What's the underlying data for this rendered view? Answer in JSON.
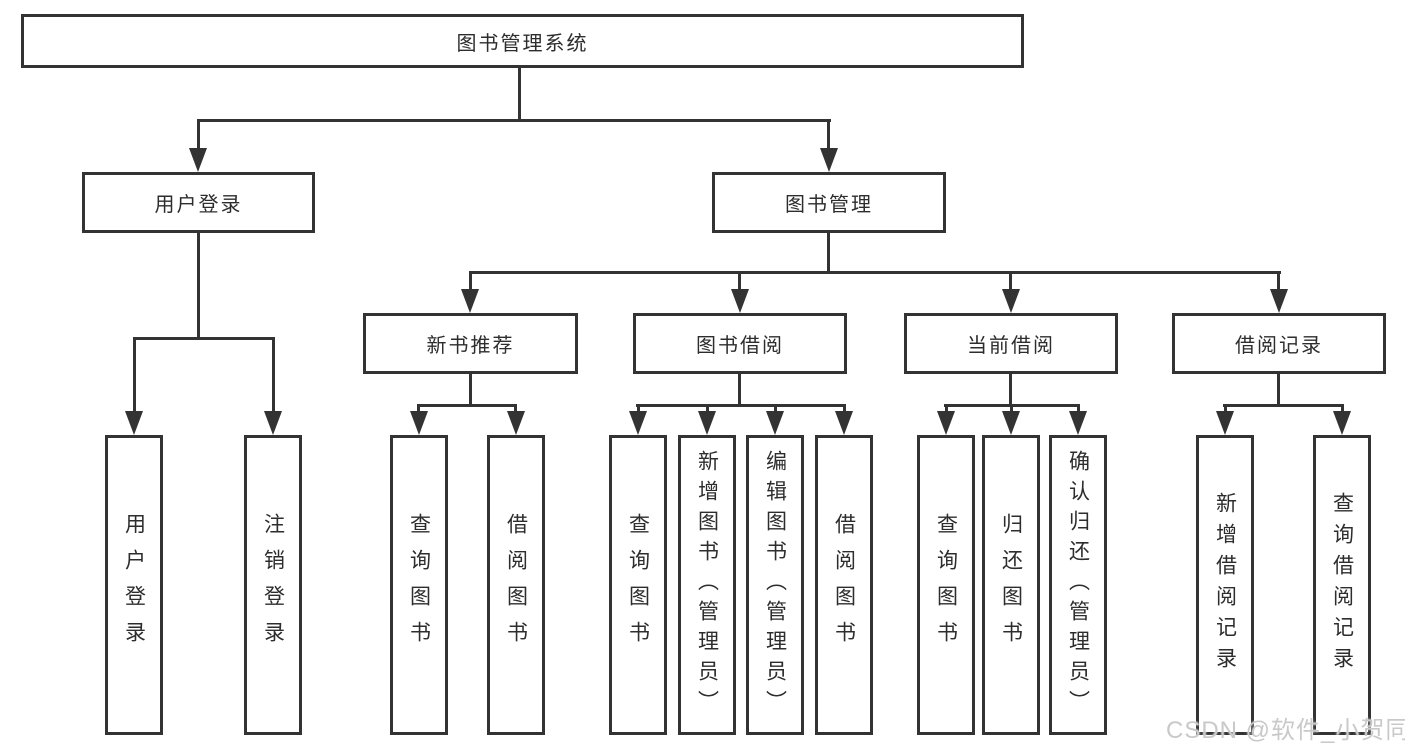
{
  "diagram": {
    "root": {
      "label": "图书管理系统"
    },
    "branches": [
      {
        "label": "用户登录",
        "children": [
          {
            "label": "用户登录"
          },
          {
            "label": "注销登录"
          }
        ]
      },
      {
        "label": "图书管理",
        "children": [
          {
            "label": "新书推荐",
            "children": [
              {
                "label": "查询图书"
              },
              {
                "label": "借阅图书"
              }
            ]
          },
          {
            "label": "图书借阅",
            "children": [
              {
                "label": "查询图书"
              },
              {
                "label": "新增图书（管理员）"
              },
              {
                "label": "编辑图书（管理员）"
              },
              {
                "label": "借阅图书"
              }
            ]
          },
          {
            "label": "当前借阅",
            "children": [
              {
                "label": "查询图书"
              },
              {
                "label": "归还图书"
              },
              {
                "label": "确认归还（管理员）"
              }
            ]
          },
          {
            "label": "借阅记录",
            "children": [
              {
                "label": "新增借阅记录"
              },
              {
                "label": "查询借阅记录"
              }
            ]
          }
        ]
      }
    ]
  },
  "watermark": {
    "text": "CSDN @软件_小贺同学"
  },
  "colors": {
    "line": "#333333",
    "text": "#2d2d2d",
    "watermark": "#c9c9c9",
    "background": "#ffffff"
  }
}
